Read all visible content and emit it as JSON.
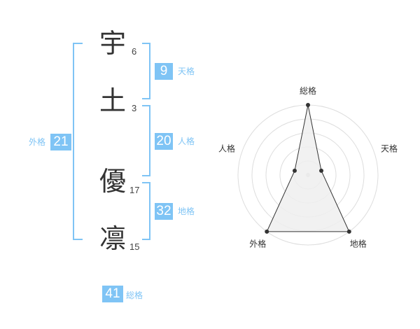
{
  "name": {
    "characters": [
      {
        "char": "宇",
        "strokes": "6"
      },
      {
        "char": "土",
        "strokes": "3"
      },
      {
        "char": "優",
        "strokes": "17"
      },
      {
        "char": "凛",
        "strokes": "15"
      }
    ]
  },
  "fortune": {
    "tenkaku": {
      "value": "9",
      "label": "天格"
    },
    "jinkaku": {
      "value": "20",
      "label": "人格"
    },
    "chikaku": {
      "value": "32",
      "label": "地格"
    },
    "gaikaku": {
      "value": "21",
      "label": "外格"
    },
    "soukaku": {
      "value": "41",
      "label": "総格"
    }
  },
  "colors": {
    "accent": "#7fc4f5",
    "text": "#333333"
  },
  "chart_data": {
    "type": "radar",
    "axes": [
      "総格",
      "天格",
      "地格",
      "外格",
      "人格"
    ],
    "rings": 5,
    "max": 5,
    "values": [
      5,
      1,
      5,
      5,
      1
    ]
  }
}
